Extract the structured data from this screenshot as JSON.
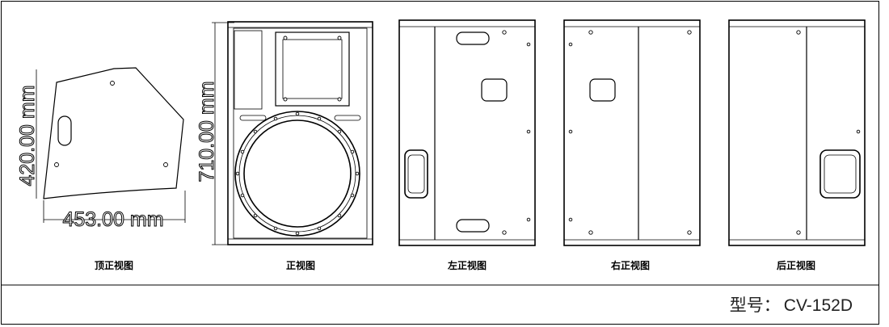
{
  "dimensions": {
    "height_top": "420.00 mm",
    "width_top": "453.00 mm",
    "height_front": "710.00 mm"
  },
  "views": {
    "top": "顶正视图",
    "front": "正视图",
    "left": "左正视图",
    "right": "右正视图",
    "rear": "后正视图"
  },
  "model": {
    "label": "型号：",
    "value": "CV-152D"
  }
}
